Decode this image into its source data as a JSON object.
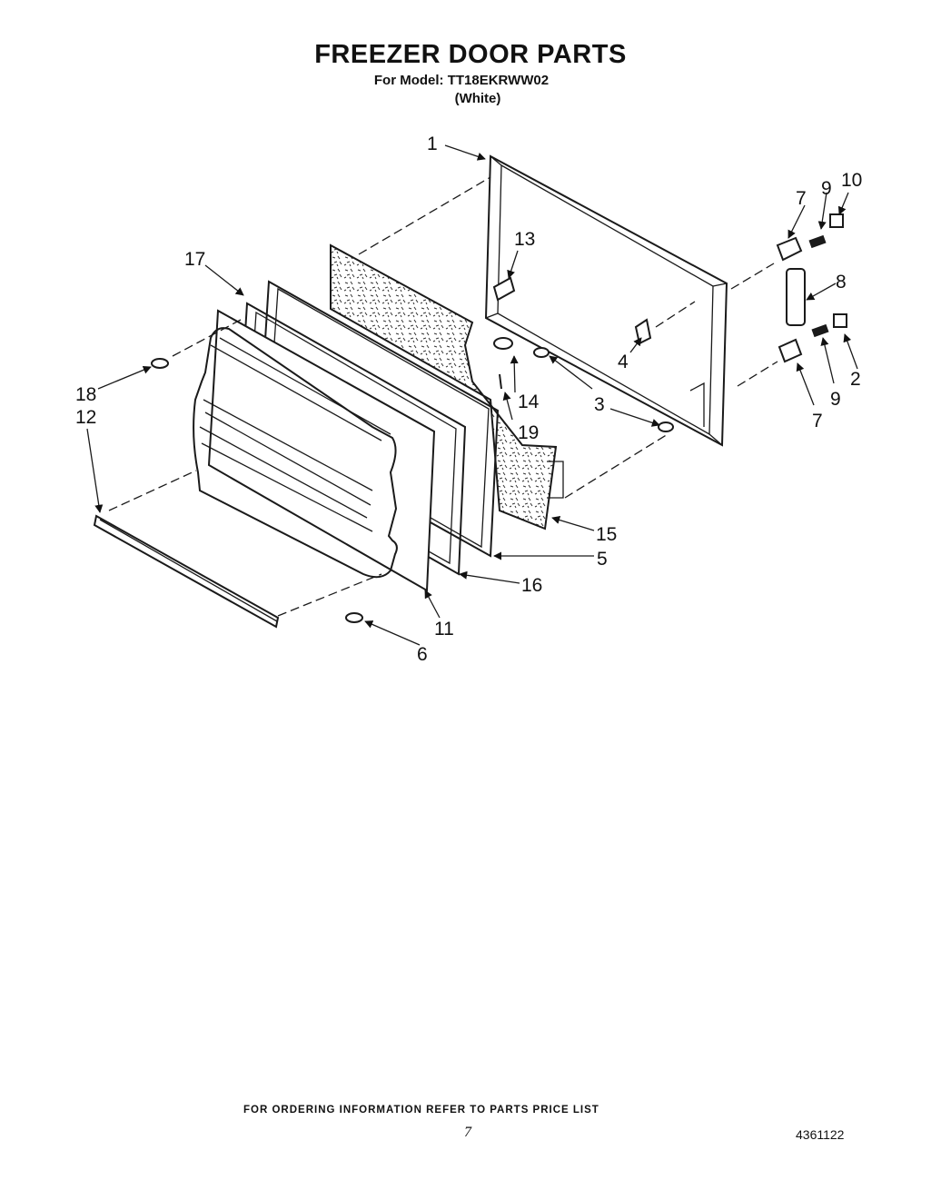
{
  "header": {
    "title": "FREEZER DOOR PARTS",
    "model_line": "For Model: TT18EKRWW02",
    "color_line": "(White)"
  },
  "diagram": {
    "callouts": [
      "1",
      "2",
      "3",
      "4",
      "5",
      "6",
      "7",
      "7",
      "8",
      "9",
      "9",
      "10",
      "11",
      "12",
      "13",
      "14",
      "15",
      "16",
      "17",
      "18",
      "19"
    ]
  },
  "footer": {
    "ordering_note": "FOR ORDERING INFORMATION REFER TO PARTS PRICE LIST",
    "page_number": "7",
    "document_number": "4361122"
  }
}
